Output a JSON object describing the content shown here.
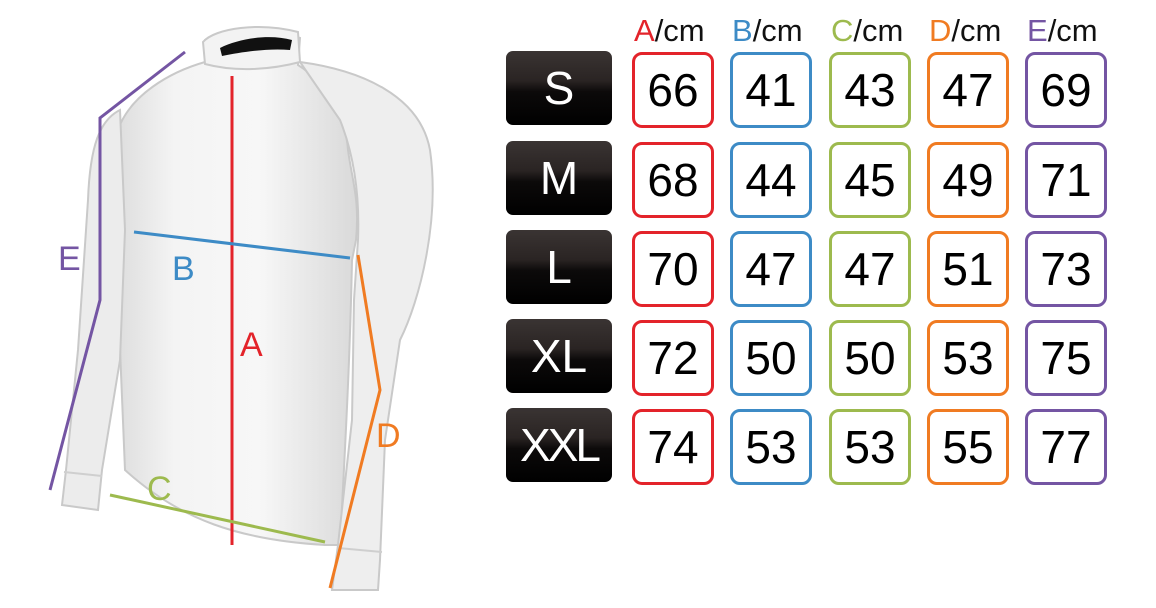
{
  "figure": {
    "labels": {
      "A": "A",
      "B": "B",
      "C": "C",
      "D": "D",
      "E": "E"
    }
  },
  "colors": {
    "A": "#e3232a",
    "B": "#3d8bc6",
    "C": "#9dba4e",
    "D": "#f07b22",
    "E": "#7455a3"
  },
  "table": {
    "headers": [
      {
        "letter": "A",
        "unit": "/cm"
      },
      {
        "letter": "B",
        "unit": "/cm"
      },
      {
        "letter": "C",
        "unit": "/cm"
      },
      {
        "letter": "D",
        "unit": "/cm"
      },
      {
        "letter": "E",
        "unit": "/cm"
      }
    ],
    "rows": [
      {
        "size": "S",
        "values": [
          "66",
          "41",
          "43",
          "47",
          "69"
        ]
      },
      {
        "size": "M",
        "values": [
          "68",
          "44",
          "45",
          "49",
          "71"
        ]
      },
      {
        "size": "L",
        "values": [
          "70",
          "47",
          "47",
          "51",
          "73"
        ]
      },
      {
        "size": "XL",
        "values": [
          "72",
          "50",
          "50",
          "53",
          "75"
        ]
      },
      {
        "size": "XXL",
        "values": [
          "74",
          "53",
          "53",
          "55",
          "77"
        ]
      }
    ]
  }
}
